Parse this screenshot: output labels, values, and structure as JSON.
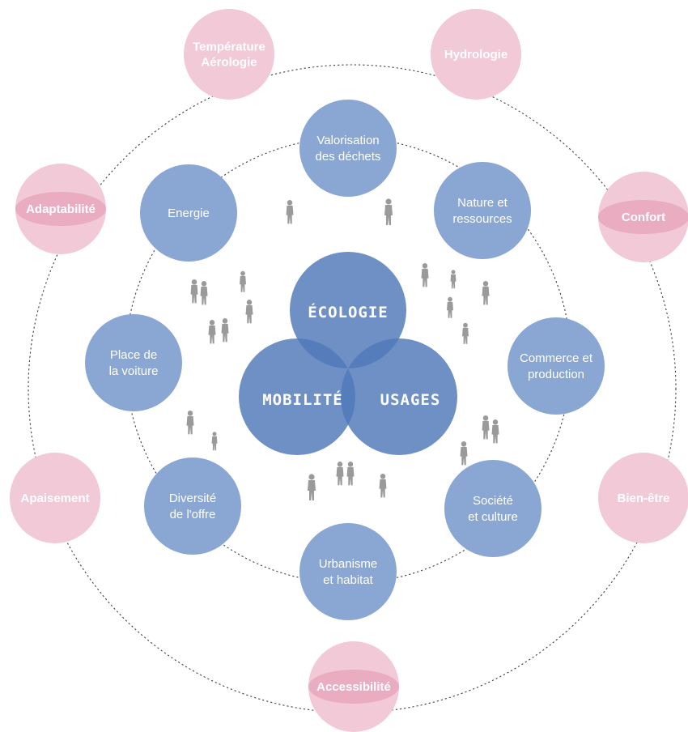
{
  "core": {
    "ecologie": "ÉCOLOGIE",
    "mobilite": "MOBILITÉ",
    "usages": "USAGES"
  },
  "inner_ring": [
    {
      "lines": [
        "Valorisation",
        "des déchets"
      ]
    },
    {
      "lines": [
        "Nature et",
        "ressources"
      ]
    },
    {
      "lines": [
        "Commerce et",
        "production"
      ]
    },
    {
      "lines": [
        "Société",
        "et culture"
      ]
    },
    {
      "lines": [
        "Urbanisme",
        "et habitat"
      ]
    },
    {
      "lines": [
        "Diversité",
        "de l'offre"
      ]
    },
    {
      "lines": [
        "Place de",
        "la voiture"
      ]
    },
    {
      "lines": [
        "Energie"
      ]
    }
  ],
  "outer_ring": [
    {
      "lines": [
        "Température",
        "Aérologie"
      ]
    },
    {
      "lines": [
        "Hydrologie"
      ]
    },
    {
      "lines": [
        "Confort"
      ]
    },
    {
      "lines": [
        "Bien-être"
      ]
    },
    {
      "lines": [
        "Accessibilité"
      ]
    },
    {
      "lines": [
        "Apaisement"
      ]
    },
    {
      "lines": [
        "Adaptabilité"
      ]
    }
  ],
  "colors": {
    "outer_circle": "#f2c9d6",
    "outer_band": "#e9acc1",
    "inner_circle": "#8aa6d3",
    "core_circle": "#4f78b8",
    "ring_line": "#3a3f4a",
    "people_silhouette": "#9a9a9a"
  }
}
